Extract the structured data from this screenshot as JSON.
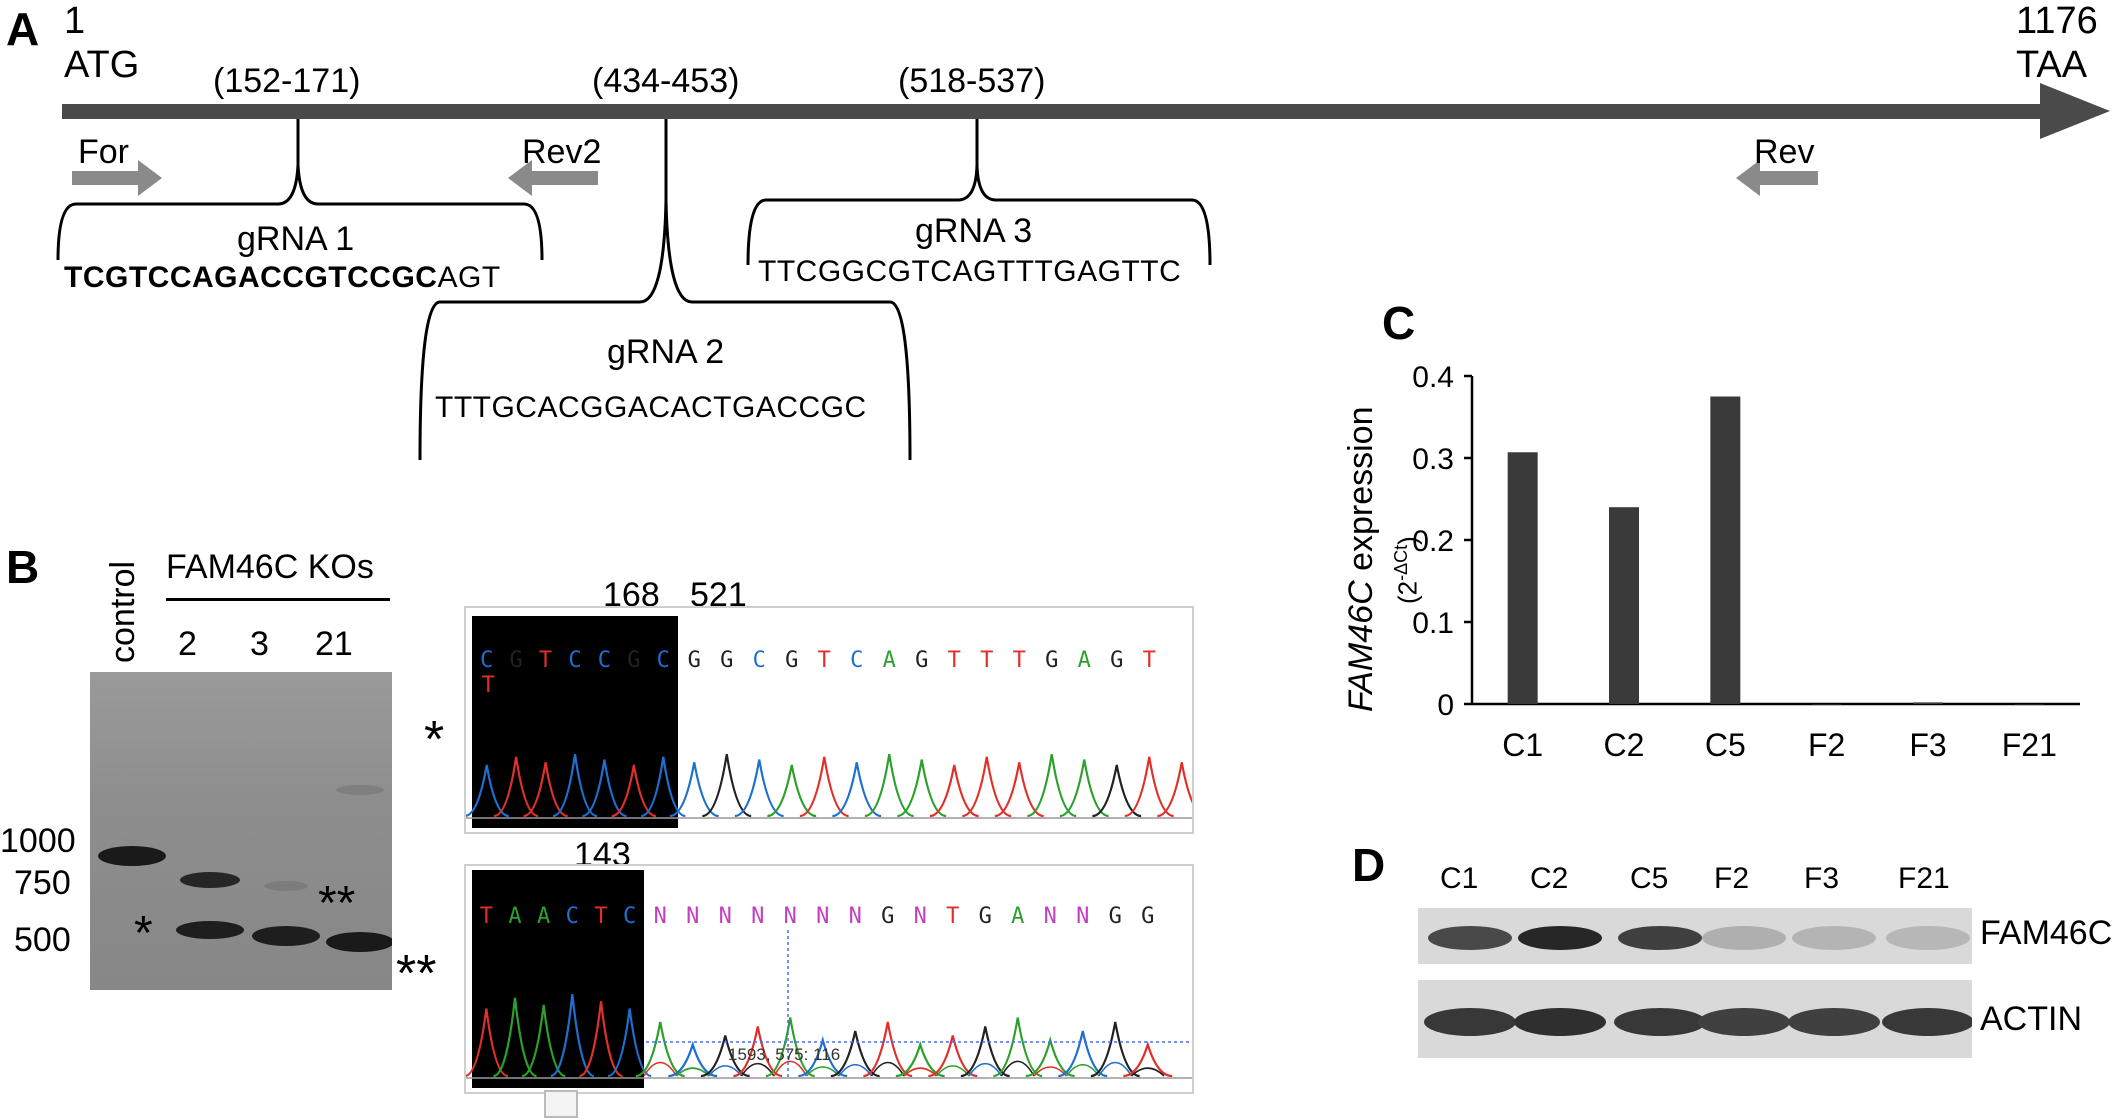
{
  "panel_labels": {
    "a": "A",
    "b": "B",
    "c": "C",
    "d": "D"
  },
  "panelA": {
    "start_num": "1",
    "start_codon": "ATG",
    "end_num": "1176",
    "end_codon": "TAA",
    "range1": "(152-171)",
    "range2": "(434-453)",
    "range3": "(518-537)",
    "primer_for": "For",
    "primer_rev2": "Rev2",
    "primer_rev": "Rev",
    "grna1_label": "gRNA 1",
    "grna1_seq_bold": "TCGTCCAGACCGTCCGC",
    "grna1_seq_tail": "AGT",
    "grna2_label": "gRNA 2",
    "grna2_seq": "TTTGCACGGACACTGACCGC",
    "grna3_label": "gRNA 3",
    "grna3_seq": "TTCGGCGTCAGTTTGAGTTC",
    "arrow_color": "#4a4a4a",
    "primer_color": "#8a8a8a"
  },
  "panelB": {
    "lane_control": "control",
    "ko_header": "FAM46C KOs",
    "lanes": [
      "2",
      "3",
      "21"
    ],
    "ladder": [
      "1000",
      "750",
      "500"
    ],
    "star1": "*",
    "star2": "**",
    "chrom1": {
      "pos_left": "168",
      "pos_right": "521",
      "bases_boxed": [
        "C",
        "G",
        "T",
        "C",
        "C",
        "G",
        "C"
      ],
      "bases": [
        "G",
        "G",
        "C",
        "G",
        "T",
        "C",
        "A",
        "G",
        "T",
        "T",
        "T",
        "G",
        "A",
        "G",
        "T",
        "T"
      ]
    },
    "chrom2": {
      "pos_left": "143",
      "bases_boxed": [
        "T",
        "A",
        "A",
        "C",
        "T",
        "C"
      ],
      "bases": [
        "N",
        "N",
        "N",
        "N",
        "N",
        "N",
        "N",
        "G",
        "N",
        "T",
        "G",
        "A",
        "N",
        "N",
        "G",
        "G"
      ],
      "readout": "1593, 575: 116"
    },
    "base_colors": {
      "A": "#2ca02c",
      "C": "#1f6fd0",
      "G": "#222222",
      "T": "#e0302a",
      "N": "#c040c0"
    }
  },
  "chart_data": {
    "type": "bar",
    "categories": [
      "C1",
      "C2",
      "C5",
      "F2",
      "F3",
      "F21"
    ],
    "values": [
      0.307,
      0.24,
      0.375,
      0,
      0.002,
      0
    ],
    "ylabel_italic": "FAM46C",
    "ylabel_rest": " expression",
    "ylabel_unit_base": "(2",
    "ylabel_unit_sup": "-ΔCt",
    "ylabel_unit_close": ")",
    "ylim": [
      0,
      0.4
    ],
    "yticks": [
      "0",
      "0.1",
      "0.2",
      "0.3",
      "0.4"
    ],
    "bar_color": "#3a3a3a"
  },
  "panelD": {
    "lanes": [
      "C1",
      "C2",
      "C5",
      "F2",
      "F3",
      "F21"
    ],
    "band1": "FAM46C",
    "band2": "ACTIN",
    "band1_levels": [
      0.75,
      0.95,
      0.8,
      0.15,
      0.12,
      0.1
    ],
    "band2_levels": [
      0.85,
      0.9,
      0.85,
      0.8,
      0.8,
      0.85
    ]
  }
}
